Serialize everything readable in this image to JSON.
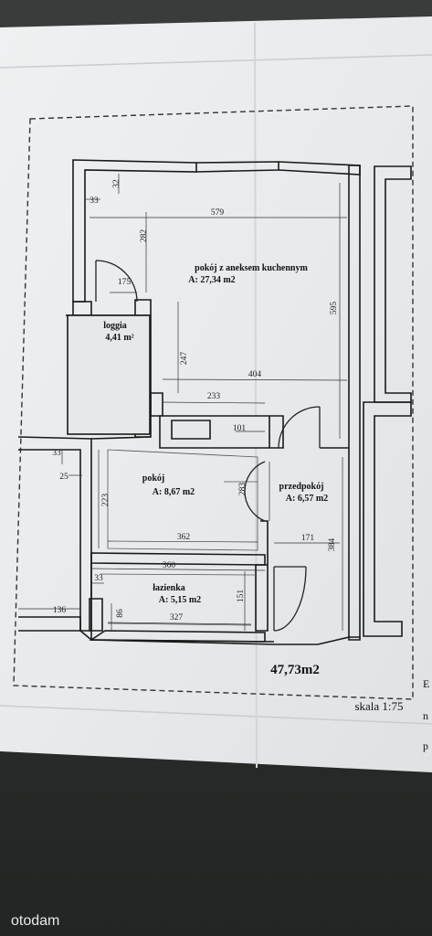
{
  "rooms": [
    {
      "name": "pokój z aneksem kuchennym",
      "area": "A: 27,34 m2"
    },
    {
      "name": "loggia",
      "area": "4,41 m²"
    },
    {
      "name": "pokój",
      "area": "A: 8,67 m2"
    },
    {
      "name": "przedpokój",
      "area": "A: 6,57 m2"
    },
    {
      "name": "łazienka",
      "area": "A: 5,15 m2"
    }
  ],
  "dimensions": [
    "32",
    "33",
    "579",
    "282",
    "175",
    "595",
    "247",
    "404",
    "233",
    "101",
    "33",
    "25",
    "223",
    "283",
    "362",
    "171",
    "384",
    "360",
    "33",
    "151",
    "86",
    "327",
    "136"
  ],
  "total_area": "47,73m2",
  "scale": "skala 1:75",
  "edge_letters": [
    "E",
    "n",
    "p"
  ],
  "watermark": "otodam"
}
